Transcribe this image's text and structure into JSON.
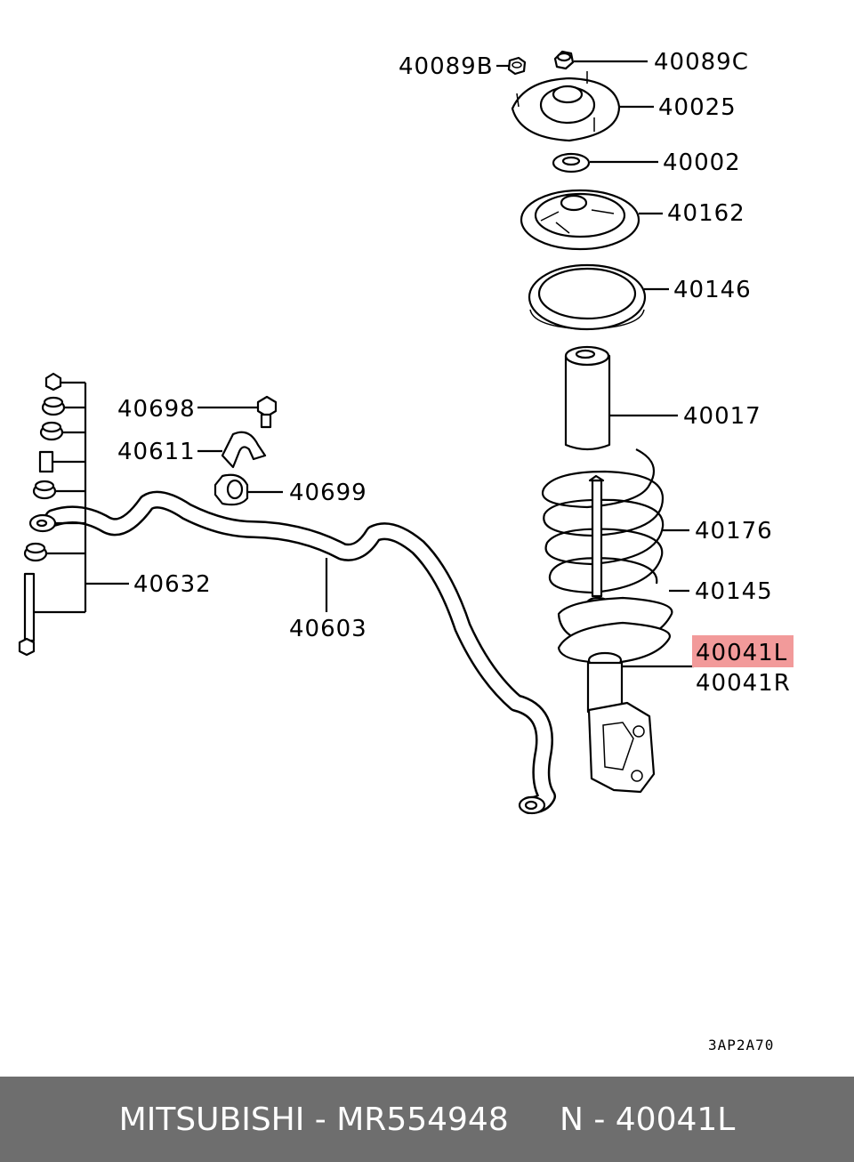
{
  "labels": {
    "p40089b": "40089B",
    "p40089c": "40089C",
    "p40025": "40025",
    "p40002": "40002",
    "p40162": "40162",
    "p40146": "40146",
    "p40017": "40017",
    "p40176": "40176",
    "p40145": "40145",
    "p40041l": "40041L",
    "p40041r": "40041R",
    "p40698": "40698",
    "p40611": "40611",
    "p40699": "40699",
    "p40632": "40632",
    "p40603": "40603"
  },
  "diagram_code": "3AP2A70",
  "highlight_color": "#f29a9a",
  "footer": {
    "text": "MITSUBISHI - MR554948     N - 40041L",
    "background": "#6e6e6e"
  }
}
